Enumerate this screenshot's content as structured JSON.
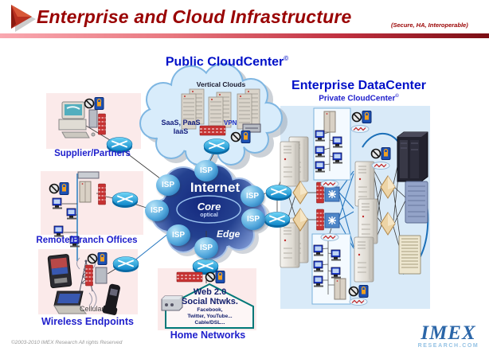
{
  "header": {
    "title": "Enterprise and Cloud Infrastructure",
    "subtitle": "(Secure, HA, Interoperable)"
  },
  "public_cloud": {
    "title": "Public CloudCenter",
    "trademark": "©",
    "vertical_clouds": "Vertical Clouds",
    "services_line1": "SaaS, PaaS",
    "services_line2": "IaaS",
    "vpn_label": "VPN"
  },
  "internet": {
    "label": "Internet",
    "core_label": "Core",
    "core_sublabel": "optical",
    "edge_label": "Edge",
    "isp_label": "ISP"
  },
  "datacenter": {
    "title": "Enterprise DataCenter",
    "subtitle": "Private CloudCenter",
    "trademark": "©"
  },
  "endpoints": {
    "supplier_label": "Supplier/Partners",
    "remote_label": "Remote/Branch Offices",
    "wireless_label": "Wireless Endpoints",
    "cellular_label": "Cellular"
  },
  "home": {
    "line1": "Web 2.0",
    "line2": "Social Ntwks.",
    "sub1": "Facebook,",
    "sub2": "Twitter, YouTube...",
    "sub3": "Cable/DSL...",
    "label": "Home Networks"
  },
  "footer": {
    "copyright": "©2003-2010  IMEX Research All rights Reserved"
  },
  "logo": {
    "name": "IMEX",
    "domain": "RESEARCH.COM"
  },
  "colors": {
    "title_red": "#990000",
    "heading_blue": "#0010C8",
    "label_blue": "#2222CC",
    "panel_pink": "#FBEAEA",
    "panel_blue": "#D9EAF8",
    "router_cyan": "#18A8E0",
    "firewall_red": "#C63232",
    "house_teal": "#007878"
  }
}
